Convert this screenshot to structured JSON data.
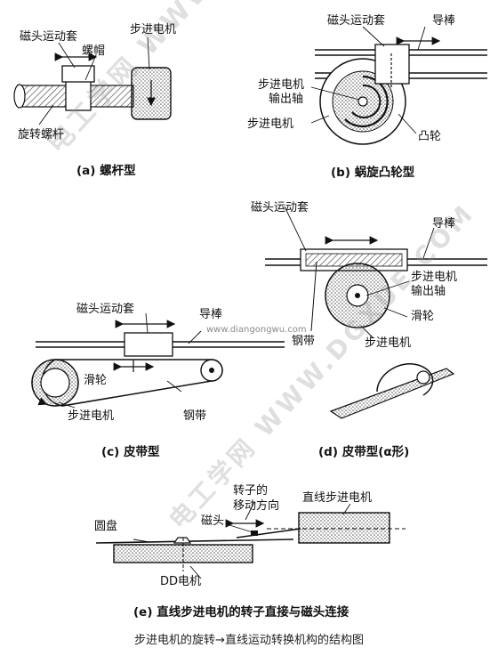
{
  "title": "步进电机的旋转→直线运动转换机构的结构图",
  "watermarks": {
    "upper": "电工学网 WWW.DGXUE.COM",
    "lower": "电工学网 WWW.DGXUE.COM",
    "url": "www.diangongwu.com"
  },
  "panel_a": {
    "caption": "(a) 螺杆型",
    "labels": {
      "head_sleeve": "磁头运动套",
      "nut": "螺帽",
      "motor": "步进电机",
      "screw": "旋转螺杆"
    }
  },
  "panel_b": {
    "caption": "(b) 蜗旋凸轮型",
    "labels": {
      "head_sleeve": "磁头运动套",
      "guide": "导棒",
      "motor_shaft_1": "步进电机",
      "motor_shaft_2": "输出轴",
      "motor": "步进电机",
      "cam": "凸轮"
    }
  },
  "panel_c": {
    "caption": "(c) 皮带型",
    "labels": {
      "head_sleeve": "磁头运动套",
      "guide": "导棒",
      "pulley": "滑轮",
      "motor": "步进电机",
      "belt": "钢带"
    }
  },
  "panel_d": {
    "caption": "(d) 皮带型(α形)",
    "labels": {
      "head_sleeve": "磁头运动套",
      "guide": "导棒",
      "shaft_1": "步进电机",
      "shaft_2": "输出轴",
      "pulley": "滑轮",
      "belt": "钢带",
      "motor": "步进电机"
    }
  },
  "panel_e": {
    "caption": "(e) 直线步进电机的转子直接与磁头连接",
    "labels": {
      "rotor_dir_1": "转子的",
      "rotor_dir_2": "移动方向",
      "linear_motor": "直线步进电机",
      "disk": "圆盘",
      "head": "磁头",
      "dd_motor": "DD电机"
    }
  }
}
